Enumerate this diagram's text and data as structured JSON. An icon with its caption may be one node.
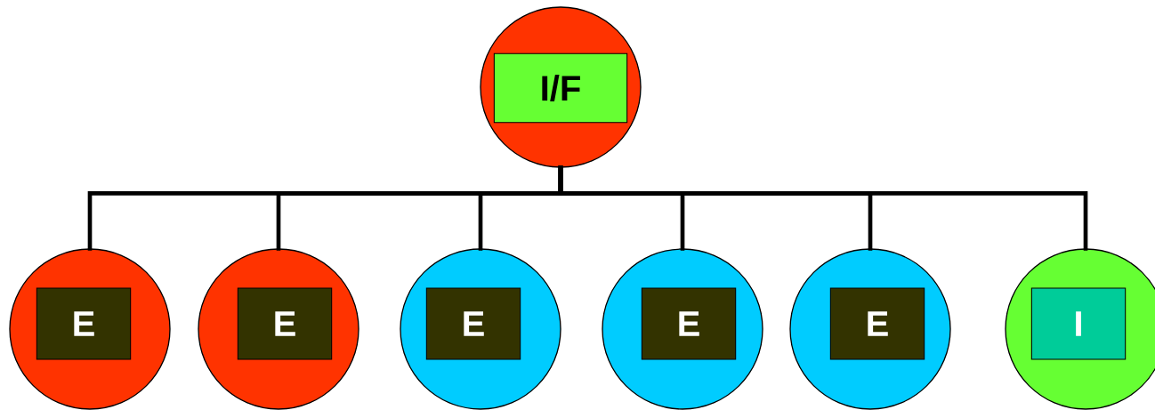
{
  "diagram": {
    "nodes": [
      {
        "text": [],
        "shape": "circle"
      },
      {
        "text": [
          "I/F"
        ],
        "in": 0
      },
      {
        "text": [],
        "shape": "circle"
      },
      {
        "text": [
          "E"
        ],
        "in": 2
      },
      {
        "text": [],
        "shape": "circle"
      },
      {
        "text": [
          "E"
        ],
        "in": 4
      },
      {
        "text": [],
        "shape": "circle"
      },
      {
        "text": [
          "E"
        ],
        "in": 6
      },
      {
        "text": [],
        "shape": "circle"
      },
      {
        "text": [
          "E"
        ],
        "in": 8
      },
      {
        "text": [],
        "shape": "circle"
      },
      {
        "text": [
          "E"
        ],
        "in": 10
      },
      {
        "text": [],
        "shape": "circle"
      },
      {
        "text": [
          "I"
        ],
        "in": 12
      }
    ],
    "edges": [
      {
        "from": 0,
        "to": 2,
        "arrow": "none"
      },
      {
        "from": 0,
        "to": 4,
        "arrow": "none"
      },
      {
        "from": 0,
        "to": 6,
        "arrow": "none"
      },
      {
        "from": 0,
        "to": 8,
        "arrow": "none"
      },
      {
        "from": 0,
        "to": 10,
        "arrow": "none"
      },
      {
        "from": 0,
        "to": 12,
        "arrow": "none"
      }
    ]
  }
}
